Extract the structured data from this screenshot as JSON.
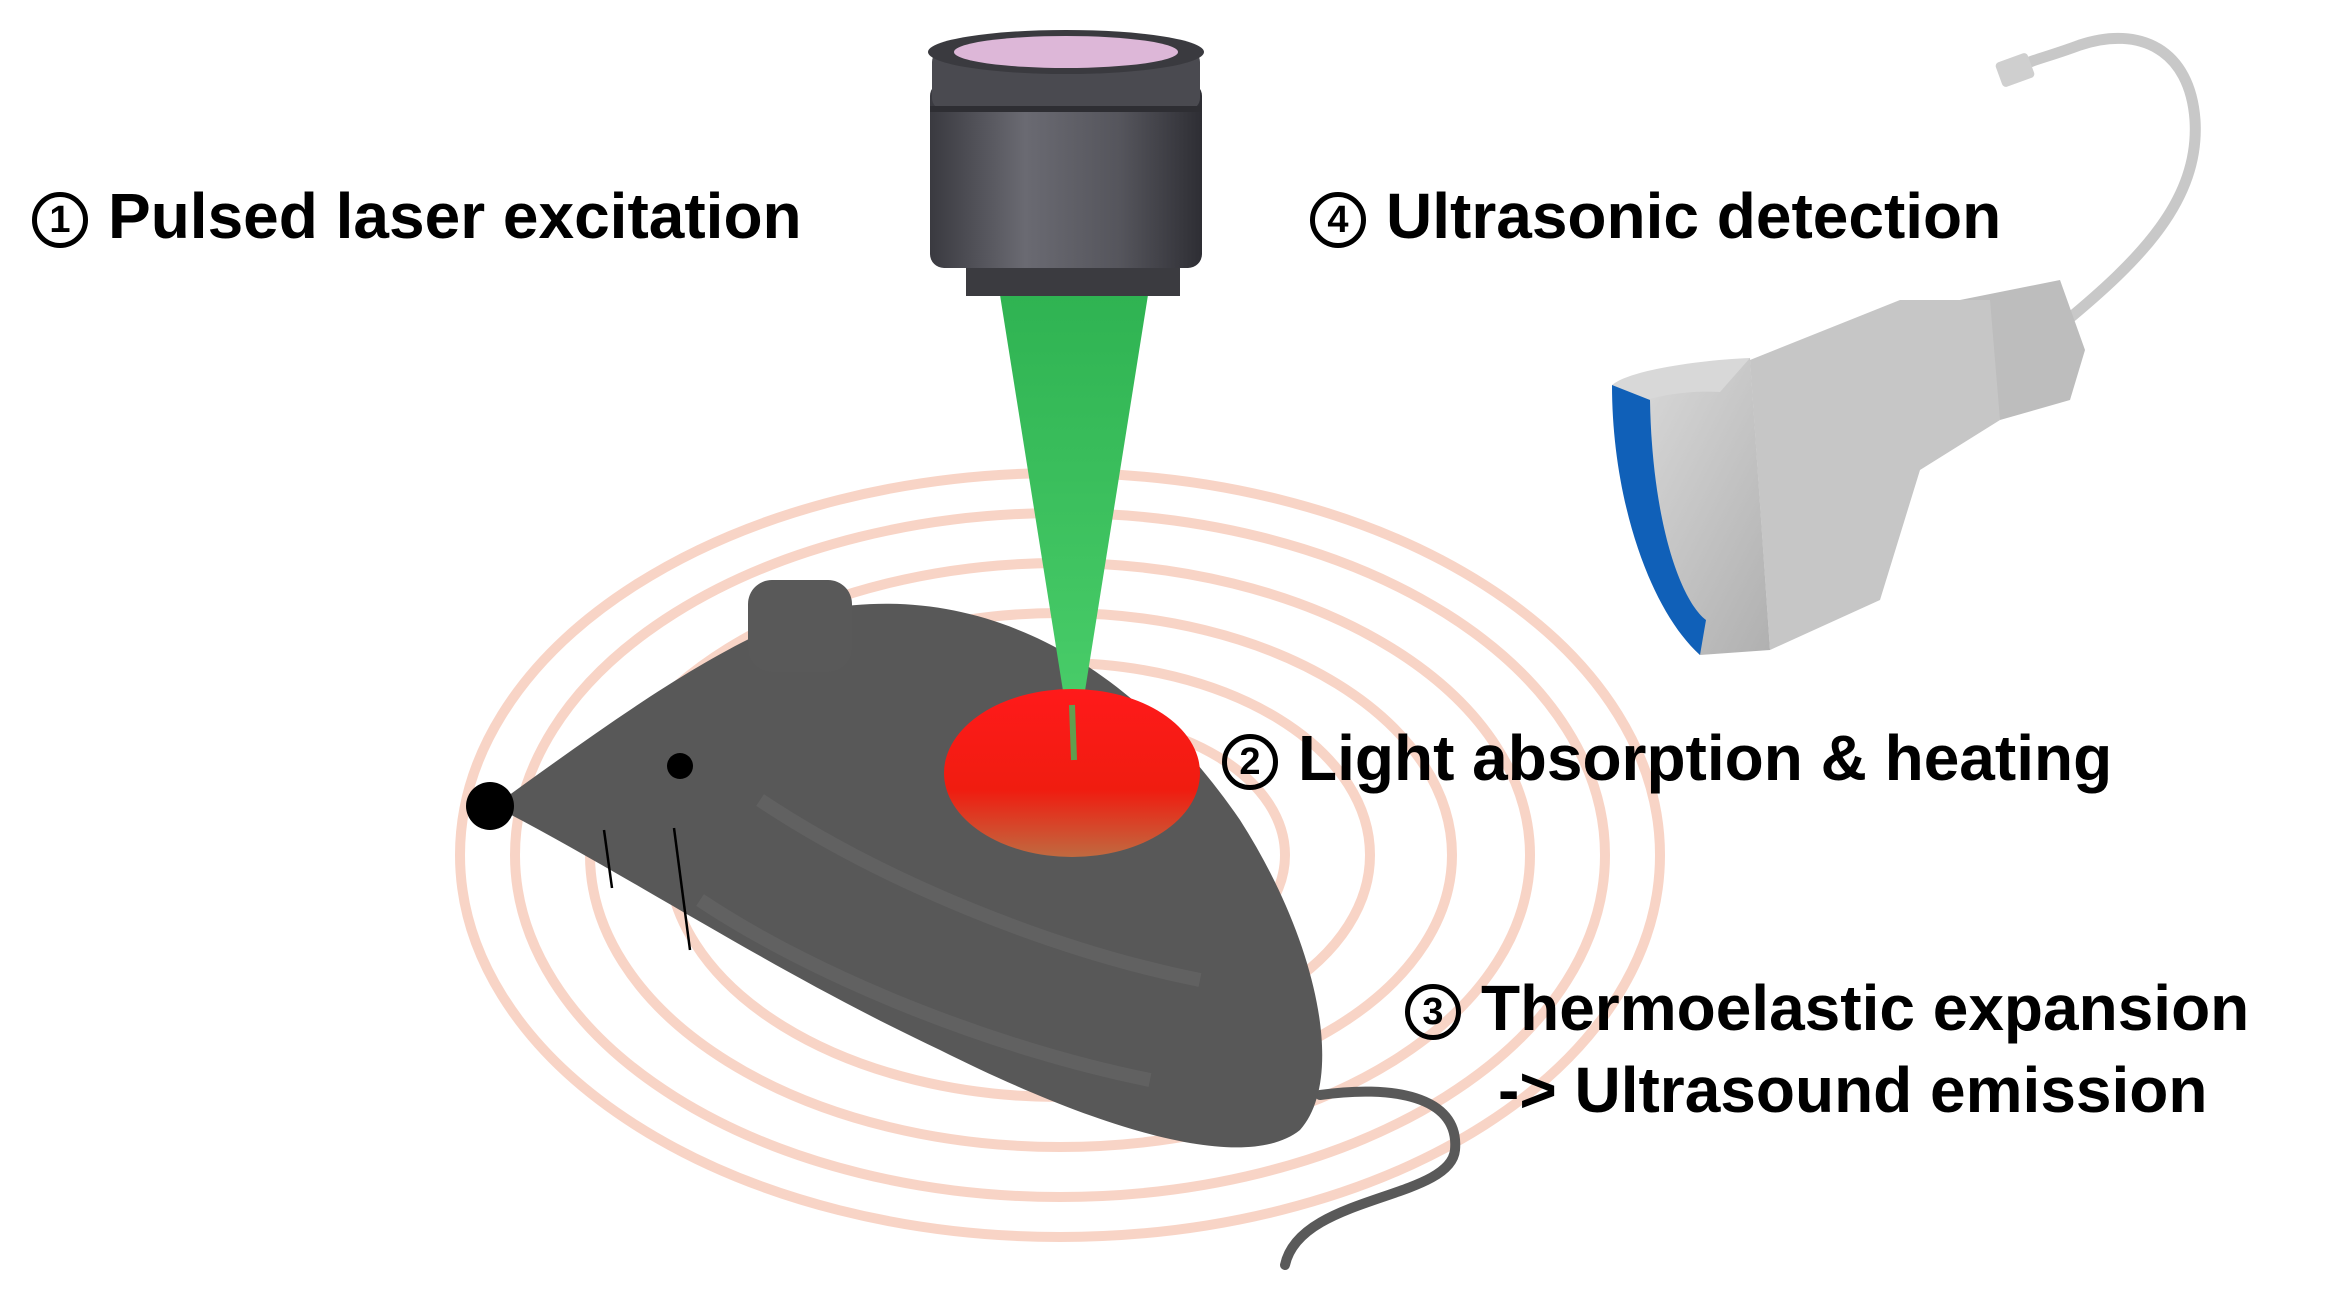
{
  "steps": [
    {
      "number": "1",
      "text": "Pulsed laser excitation"
    },
    {
      "number": "2",
      "text": "Light absorption & heating"
    },
    {
      "number": "3",
      "text": "Thermoelastic expansion",
      "text2": "-> Ultrasound emission"
    },
    {
      "number": "4",
      "text": "Ultrasonic detection"
    }
  ],
  "colors": {
    "laser_beam": "#3cbf5e",
    "absorption_spot": "#ff1a1a",
    "mouse_body": "#595959",
    "wave_rings": "#f2a383",
    "transducer_body": "#c9c9c9",
    "transducer_face": "#1060b8",
    "objective_lens": "#5f5f66"
  },
  "icons": [
    "objective-lens-icon",
    "laser-beam-icon",
    "mouse-icon",
    "ultrasound-wave-icon",
    "ultrasound-transducer-icon"
  ]
}
